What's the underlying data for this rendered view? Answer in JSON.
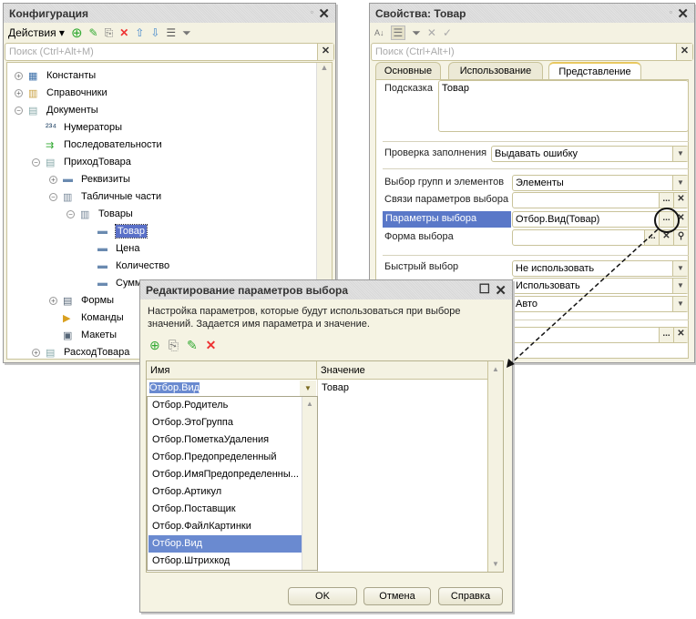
{
  "config": {
    "title": "Конфигурация",
    "actions": "Действия ▾",
    "search_placeholder": "Поиск (Ctrl+Alt+M)",
    "tree": [
      {
        "label": "Константы",
        "level": 0,
        "exp": "+",
        "icon": "constants-icon"
      },
      {
        "label": "Справочники",
        "level": 0,
        "exp": "+",
        "icon": "catalogs-icon"
      },
      {
        "label": "Документы",
        "level": 0,
        "exp": "−",
        "icon": "documents-icon"
      },
      {
        "label": "Нумераторы",
        "level": 1,
        "exp": "",
        "icon": "numerators-icon"
      },
      {
        "label": "Последовательности",
        "level": 1,
        "exp": "",
        "icon": "sequences-icon"
      },
      {
        "label": "ПриходТовара",
        "level": 1,
        "exp": "−",
        "icon": "document-icon"
      },
      {
        "label": "Реквизиты",
        "level": 2,
        "exp": "+",
        "icon": "attribute-icon"
      },
      {
        "label": "Табличные части",
        "level": 2,
        "exp": "−",
        "icon": "table-icon"
      },
      {
        "label": "Товары",
        "level": 3,
        "exp": "−",
        "icon": "table-icon"
      },
      {
        "label": "Товар",
        "level": 4,
        "exp": "",
        "icon": "attribute-icon",
        "selected": true
      },
      {
        "label": "Цена",
        "level": 4,
        "exp": "",
        "icon": "attribute-icon"
      },
      {
        "label": "Количество",
        "level": 4,
        "exp": "",
        "icon": "attribute-icon"
      },
      {
        "label": "Сумма",
        "level": 4,
        "exp": "",
        "icon": "attribute-icon"
      },
      {
        "label": "Формы",
        "level": 2,
        "exp": "+",
        "icon": "forms-icon"
      },
      {
        "label": "Команды",
        "level": 2,
        "exp": "",
        "icon": "commands-icon"
      },
      {
        "label": "Макеты",
        "level": 2,
        "exp": "",
        "icon": "templates-icon"
      },
      {
        "label": "РасходТовара",
        "level": 1,
        "exp": "+",
        "icon": "document-icon"
      }
    ]
  },
  "props": {
    "title": "Свойства: Товар",
    "search_placeholder": "Поиск (Ctrl+Alt+I)",
    "tabs": [
      "Основные",
      "Использование",
      "Представление"
    ],
    "hint_label": "Подсказка",
    "hint_value": "Товар",
    "fill_check_label": "Проверка заполнения",
    "fill_check_value": "Выдавать ошибку",
    "group_select_label": "Выбор групп и элементов",
    "group_select_value": "Элементы",
    "links_label": "Связи параметров выбора",
    "links_value": "",
    "params_label": "Параметры выбора",
    "params_value": "Отбор.Вид(Товар)",
    "form_label": "Форма выбора",
    "form_value": "",
    "quick_label": "Быстрый выбор",
    "quick_value": "Не использовать",
    "v2": "Использовать",
    "v3": "Авто",
    "ellipsis": "...",
    "x": "✕"
  },
  "dialog": {
    "title": "Редактирование параметров выбора",
    "desc1": "Настройка параметров, которые будут использоваться при выборе",
    "desc2": "значений. Задается имя параметра и значение.",
    "col_name": "Имя",
    "col_value": "Значение",
    "row_name": "Отбор.Вид",
    "row_value": "Товар",
    "options": [
      "Отбор.Родитель",
      "Отбор.ЭтоГруппа",
      "Отбор.ПометкаУдаления",
      "Отбор.Предопределенный",
      "Отбор.ИмяПредопределенны...",
      "Отбор.Артикул",
      "Отбор.Поставщик",
      "Отбор.ФайлКартинки",
      "Отбор.Вид",
      "Отбор.Штрихкод"
    ],
    "selected_option": 8,
    "ok": "OK",
    "cancel": "Отмена",
    "help": "Справка"
  },
  "colors": {
    "selection": "#6a8ad0",
    "accent": "#f4f2e2"
  }
}
